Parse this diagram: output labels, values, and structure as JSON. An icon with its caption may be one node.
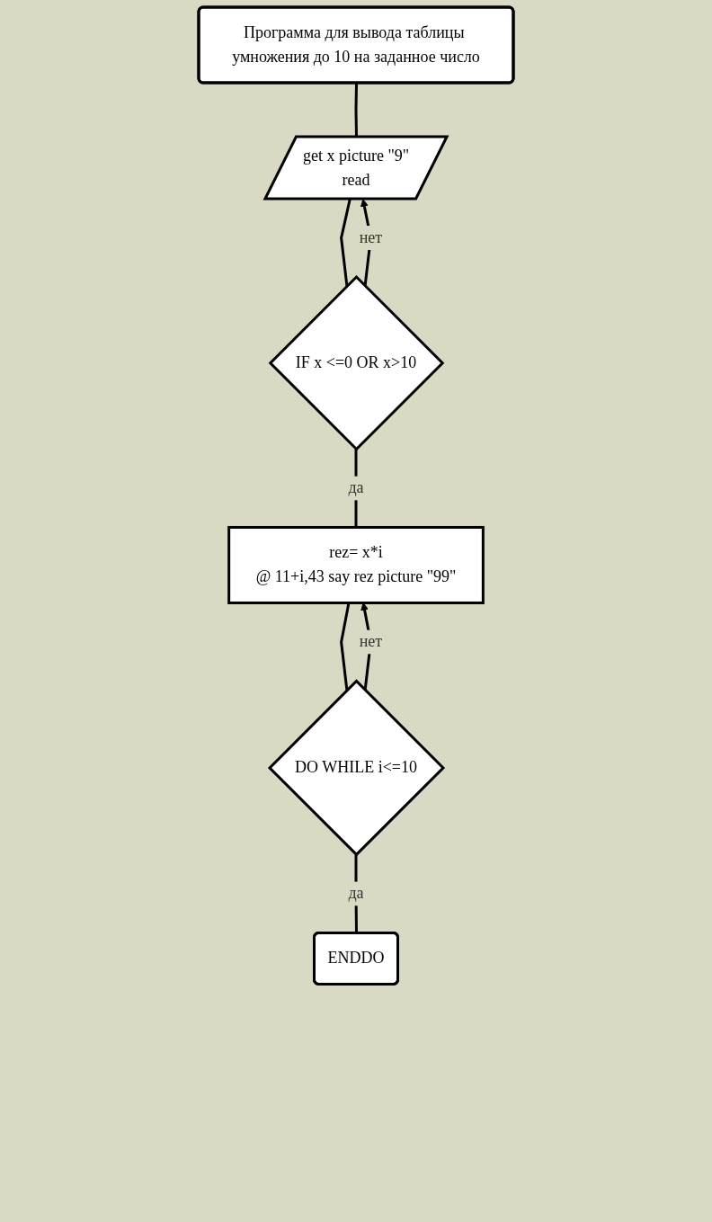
{
  "diagram": {
    "nodes": [
      {
        "text": [
          "Программа для вывода таблицы умножения до 10 на заданное число"
        ]
      },
      {
        "text": [
          "get x picture \"9\"",
          "read"
        ]
      },
      {
        "text": [
          "IF x <=0 OR x>10"
        ]
      },
      {
        "text": [
          "rez= x*i",
          "@ 11+i,43 say rez picture \"99\""
        ]
      },
      {
        "text": [
          "DO WHILE i<=10"
        ]
      },
      {
        "text": [
          "ENDDO"
        ]
      }
    ],
    "edges": [
      {
        "from": 0,
        "to": 1,
        "arrow": "none"
      },
      {
        "from": 1,
        "to": 2,
        "arrow": "none"
      },
      {
        "from": 2,
        "to": 1,
        "label": "нет",
        "arrow": "to"
      },
      {
        "from": 2,
        "to": 3,
        "label": "да",
        "arrow": "none"
      },
      {
        "from": 3,
        "to": 4,
        "arrow": "none"
      },
      {
        "from": 4,
        "to": 3,
        "label": "нет",
        "arrow": "to"
      },
      {
        "from": 4,
        "to": 5,
        "label": "да",
        "arrow": "none"
      }
    ]
  }
}
